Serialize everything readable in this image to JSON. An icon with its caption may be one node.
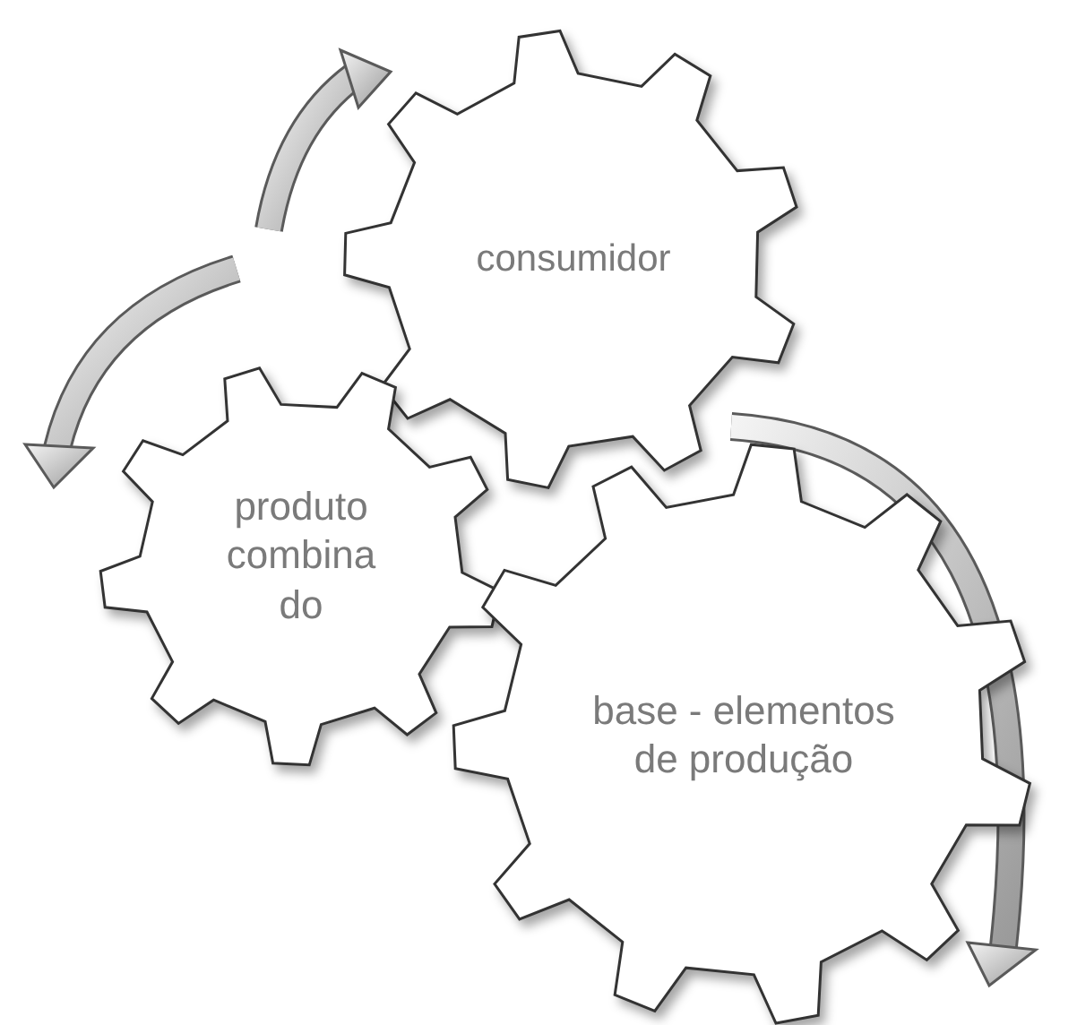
{
  "diagram": {
    "nodes": [
      {
        "text": [
          "consumidor"
        ]
      },
      {
        "text": [
          "produto combina do"
        ]
      },
      {
        "text": [
          "base - elementos de produção"
        ]
      }
    ]
  }
}
